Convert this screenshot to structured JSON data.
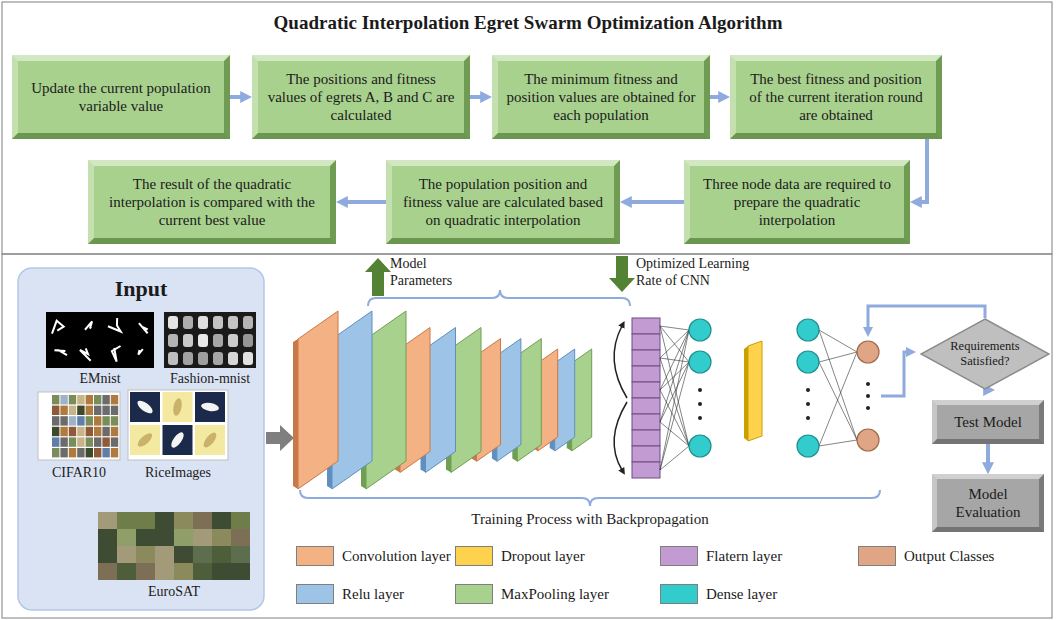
{
  "diagram": {
    "title": "Quadratic Interpolation Egret Swarm Optimization Algorithm",
    "nodes": [
      {
        "text": [
          "Update the current population variable value"
        ]
      },
      {
        "text": [
          "The positions and fitness values of egrets A, B and C are calculated"
        ]
      },
      {
        "text": [
          "The minimum fitness and position values are obtained for each population"
        ]
      },
      {
        "text": [
          "The best fitness and position of the current iteration round are obtained"
        ]
      },
      {
        "text": [
          "Three node data are required to prepare the quadratic interpolation"
        ]
      },
      {
        "text": [
          "The population position and fitness value are calculated based on quadratic interpolation"
        ]
      },
      {
        "text": [
          "The result of the quadratic interpolation is compared with the current best value"
        ]
      },
      {
        "text": [
          "Input"
        ]
      },
      {
        "text": [
          "Requirements Satisfied?"
        ]
      },
      {
        "text": [
          "Test Model"
        ]
      },
      {
        "text": [
          "Model Evaluation"
        ]
      }
    ],
    "edges": [
      {
        "from": 0,
        "to": 1,
        "arrow": "to"
      },
      {
        "from": 1,
        "to": 2,
        "arrow": "to"
      },
      {
        "from": 2,
        "to": 3,
        "arrow": "to"
      },
      {
        "from": 3,
        "to": 4,
        "arrow": "to"
      },
      {
        "from": 4,
        "to": 5,
        "arrow": "to"
      },
      {
        "from": 5,
        "to": 6,
        "arrow": "to"
      },
      {
        "from": 8,
        "to": 9,
        "arrow": "to"
      },
      {
        "from": 9,
        "to": 10,
        "arrow": "to"
      }
    ],
    "labels": [
      "Model Parameters",
      "Optimized Learning Rate of CNN",
      "EMnist",
      "Fashion-mnist",
      "CIFAR10",
      "RiceImages",
      "EuroSAT",
      "Training Process with Backpropagation"
    ],
    "legend": [
      {
        "text": "Convolution layer",
        "color": "#f4b183"
      },
      {
        "text": "Dropout layer",
        "color": "#ffd24d"
      },
      {
        "text": "Flatern layer",
        "color": "#c39bd3"
      },
      {
        "text": "Output Classes",
        "color": "#dfa585"
      },
      {
        "text": "Relu layer",
        "color": "#9dc3e6"
      },
      {
        "text": "MaxPooling layer",
        "color": "#a9d18e"
      },
      {
        "text": "Dense layer",
        "color": "#33cccc"
      }
    ]
  }
}
